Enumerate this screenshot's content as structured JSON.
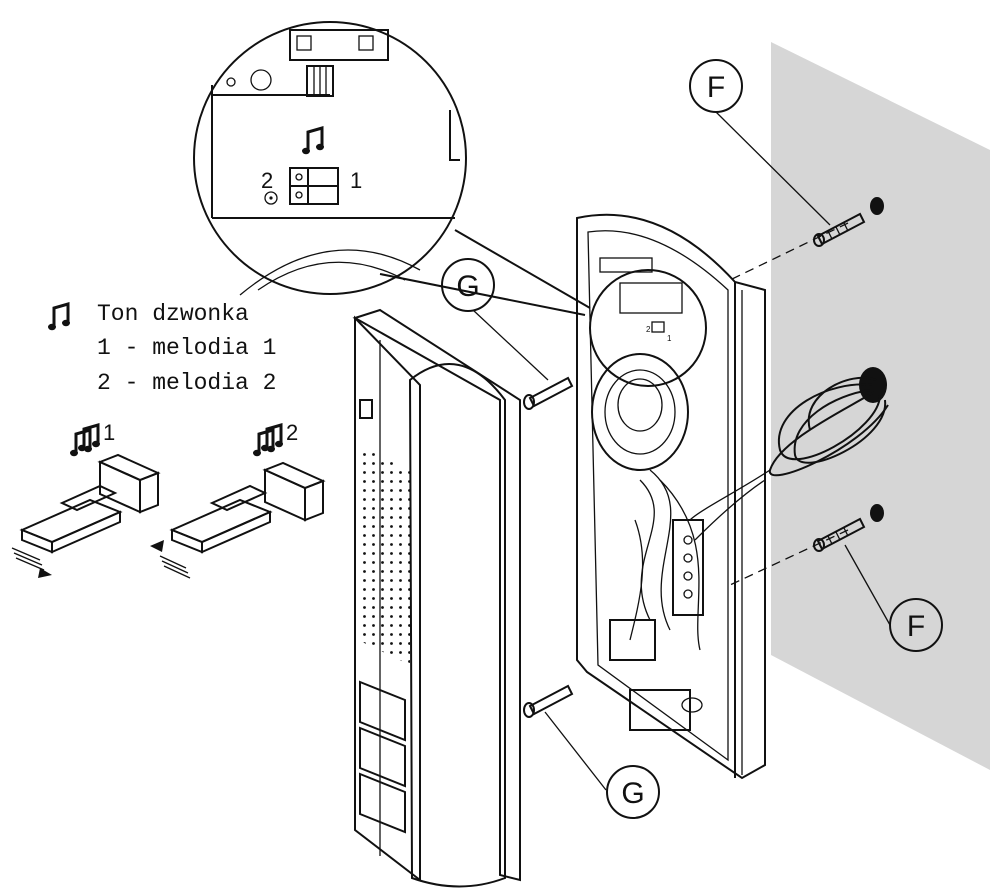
{
  "callouts": {
    "f_top": "F",
    "f_bottom": "F",
    "g_top": "G",
    "g_bottom": "G"
  },
  "legend": {
    "title": "Ton dzwonka",
    "line1": "1 - melodia 1",
    "line2": "2 - melodia 2"
  },
  "jumper_examples": {
    "left_label": "1",
    "right_label": "2"
  },
  "magnifier": {
    "label_2": "2",
    "label_1": "1"
  },
  "unit_tiny_labels": {
    "l2": "2",
    "l1": "1"
  },
  "icons": [
    "music-note-icon"
  ],
  "colors": {
    "wall": "#d6d6d6",
    "ink": "#111111",
    "paper": "#ffffff"
  }
}
